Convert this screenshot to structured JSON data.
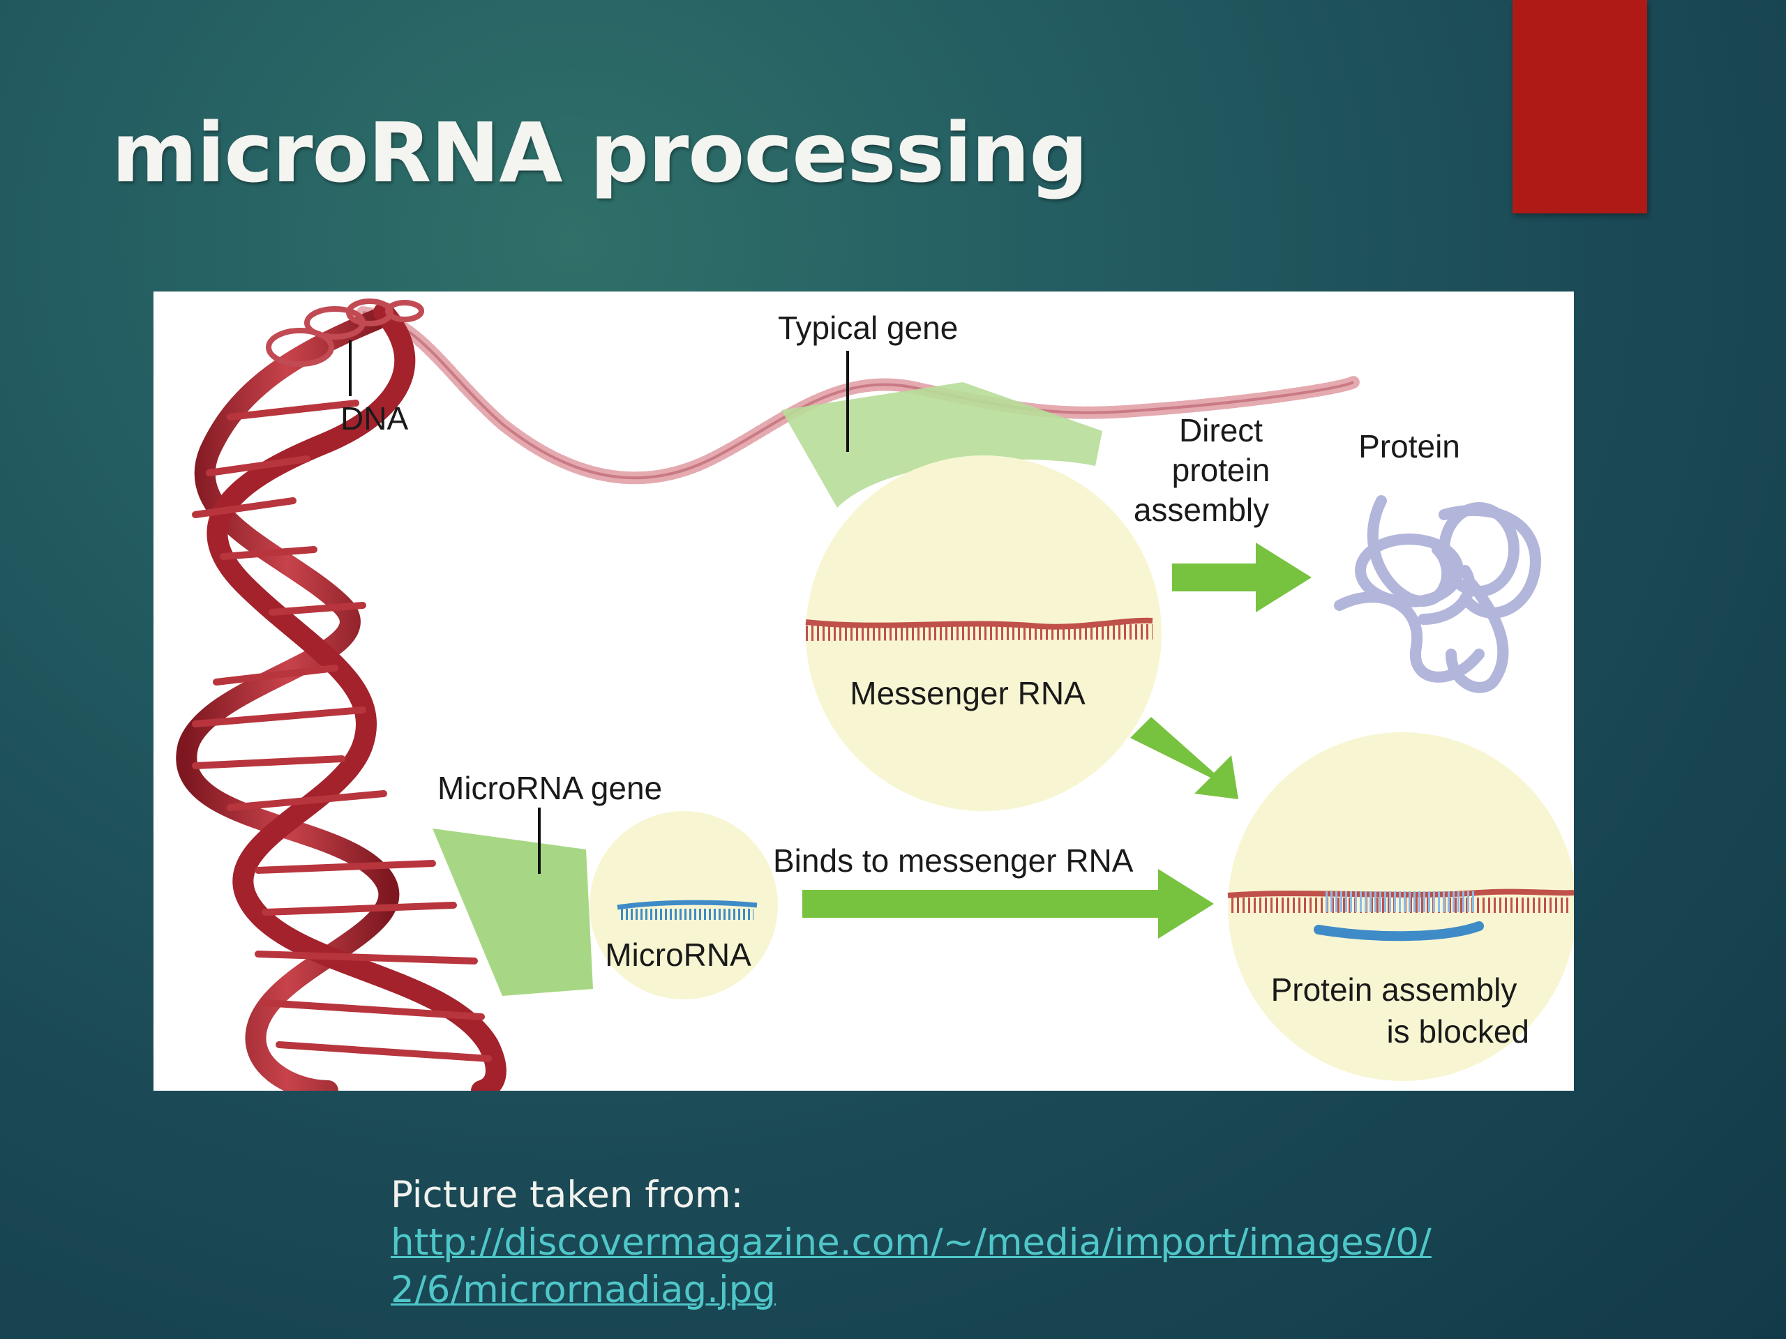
{
  "slide": {
    "title": "microRNA processing",
    "accent_color": "#b01a16"
  },
  "diagram": {
    "labels": {
      "dna": "DNA",
      "typical_gene": "Typical gene",
      "direct_line1": "Direct",
      "direct_line2": "protein",
      "direct_line3": "assembly",
      "protein": "Protein",
      "messenger_rna": "Messenger RNA",
      "microrna_gene": "MicroRNA gene",
      "binds": "Binds to messenger RNA",
      "microrna": "MicroRNA",
      "blocked_line1": "Protein assembly",
      "blocked_line2": "is blocked"
    },
    "colors": {
      "dna": "#a3222c",
      "bubble": "#f8f6d2",
      "arrow": "#77c23f",
      "mrna": "#c0504a",
      "microrna": "#3f8bc8",
      "protein": "#b3b6db"
    }
  },
  "caption": {
    "text": "Picture taken from:",
    "link": "http://discovermagazine.com/~/media/import/images/0/2/6/micrornadiag.jpg"
  }
}
